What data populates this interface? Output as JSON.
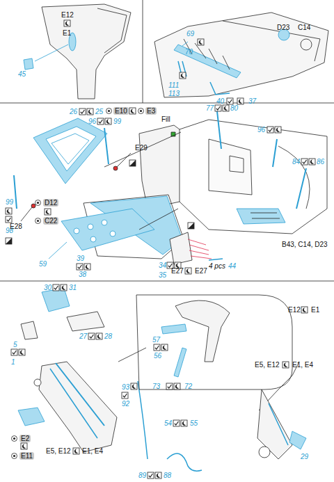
{
  "diagram": {
    "labels": [
      "E12",
      "E1",
      "45",
      "D23",
      "C14",
      "69",
      "70",
      "111",
      "113",
      "40",
      "37",
      "26",
      "25",
      "E10",
      "E3",
      "96",
      "99",
      "E29",
      "Fill",
      "77",
      "80",
      "96",
      "84",
      "86",
      "99",
      "98",
      "E28",
      "D12",
      "C22",
      "59",
      "39",
      "38",
      "34",
      "35",
      "B43, C14, D23",
      "E27",
      "E27",
      "4 pcs",
      "44",
      "30",
      "31",
      "27",
      "28",
      "5",
      "1",
      "E12",
      "E1",
      "57",
      "56",
      "73",
      "72",
      "93",
      "92",
      "54",
      "55",
      "E5, E12",
      "E1, E4",
      "29",
      "E2",
      "E11",
      "E5, E12",
      "E1, E4",
      "89",
      "88"
    ]
  }
}
